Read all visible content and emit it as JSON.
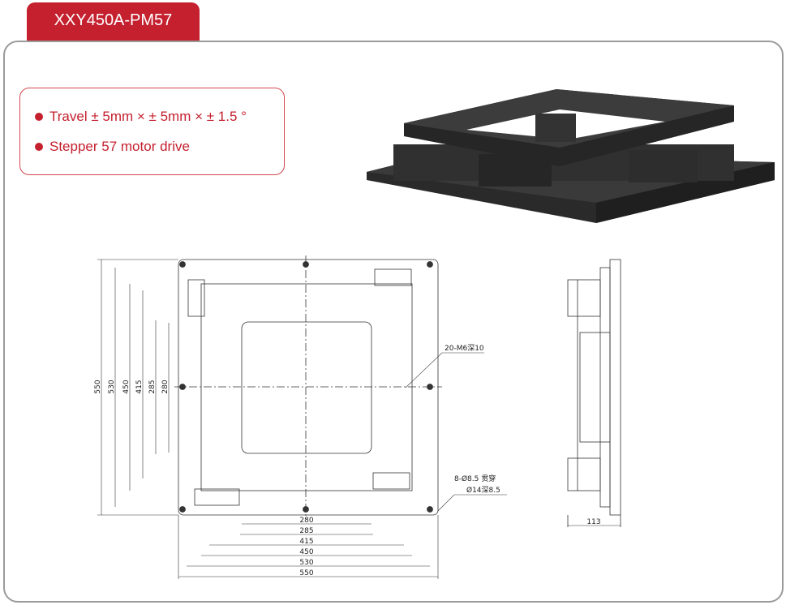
{
  "title": "XXY450A-PM57",
  "features": [
    "Travel ± 5mm × ± 5mm × ± 1.5 °",
    "Stepper 57 motor drive"
  ],
  "colors": {
    "accent": "#c4202e",
    "frame": "#9a9a9a"
  },
  "drawing": {
    "horizontal_dims": [
      "280",
      "285",
      "415",
      "450",
      "530",
      "550"
    ],
    "vertical_dims": [
      "550",
      "530",
      "450",
      "415",
      "285",
      "280"
    ],
    "callout_thread": "20-M6深10",
    "callout_hole_1": "8-Ø8.5 贯穿",
    "callout_hole_2": "Ø14深8.5",
    "side_dim": "113"
  }
}
